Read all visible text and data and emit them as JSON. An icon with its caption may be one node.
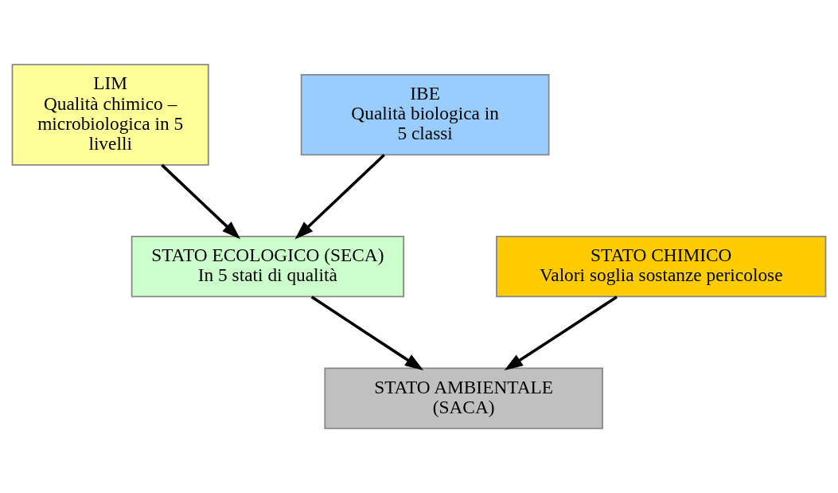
{
  "diagram": {
    "nodes": [
      {
        "text": [
          "LIM",
          "Qualità chimico – microbiologica in 5 livelli"
        ]
      },
      {
        "text": [
          "IBE",
          "Qualità biologica in 5 classi"
        ]
      },
      {
        "text": [
          "STATO ECOLOGICO (SECA)",
          "In 5 stati di qualità"
        ]
      },
      {
        "text": [
          "STATO CHIMICO",
          "Valori soglia sostanze pericolose"
        ]
      },
      {
        "text": [
          "STATO AMBIENTALE (SACA)"
        ]
      }
    ],
    "edges": [
      {
        "from": 0,
        "to": 2,
        "arrow": "to"
      },
      {
        "from": 1,
        "to": 2,
        "arrow": "to"
      },
      {
        "from": 2,
        "to": 4,
        "arrow": "to"
      },
      {
        "from": 3,
        "to": 4,
        "arrow": "to"
      }
    ]
  }
}
